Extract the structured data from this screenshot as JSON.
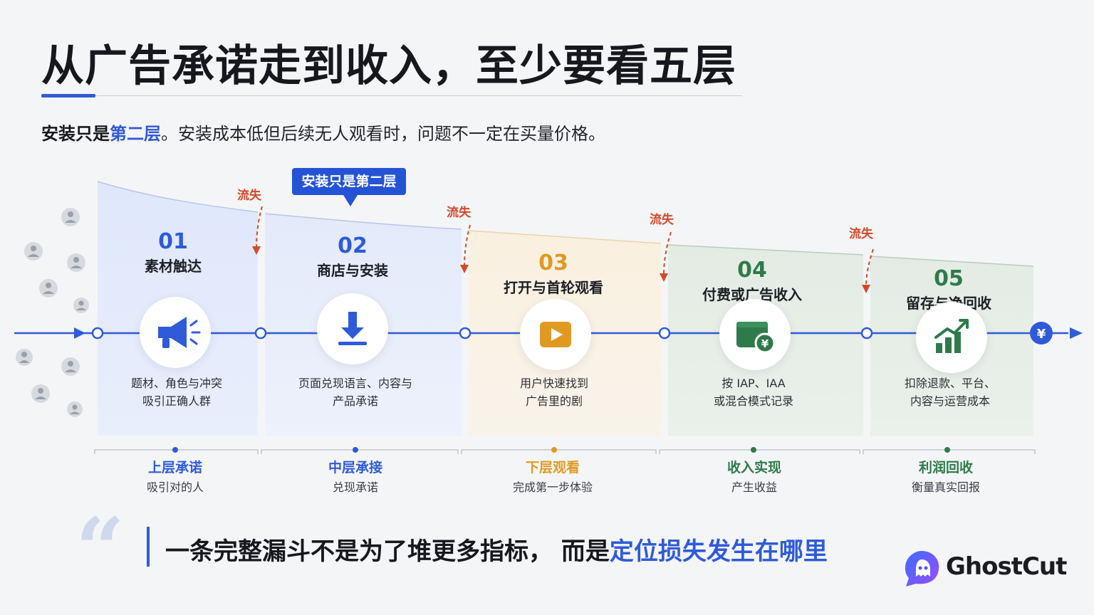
{
  "title": "从广告承诺走到收入，至少要看五层",
  "subtitle": {
    "bold_part": "安装只是",
    "highlight_part": "第二层",
    "rest": "。安装成本低但后续无人观看时，问题不一定在买量价格。"
  },
  "callout": "安装只是第二层",
  "loss_label": "流失",
  "stages": [
    {
      "num": "01",
      "name": "素材触达",
      "desc_line1": "题材、角色与冲突",
      "desc_line2": "吸引正确人群",
      "icon": "megaphone-icon",
      "color": "#2f5bd8"
    },
    {
      "num": "02",
      "name": "商店与安装",
      "desc_line1": "页面兑现语言、内容与",
      "desc_line2": "产品承诺",
      "icon": "download-icon",
      "color": "#2f5bd8"
    },
    {
      "num": "03",
      "name": "打开与首轮观看",
      "desc_line1": "用户快速找到",
      "desc_line2": "广告里的剧",
      "icon": "play-icon",
      "color": "#e09a22"
    },
    {
      "num": "04",
      "name": "付费或广告收入",
      "desc_line1": "按 IAP、IAA",
      "desc_line2": "或混合模式记录",
      "icon": "wallet-icon",
      "color": "#2f7a4a"
    },
    {
      "num": "05",
      "name": "留存与净回收",
      "desc_line1": "扣除退款、平台、",
      "desc_line2": "内容与运营成本",
      "icon": "growth-chart-icon",
      "color": "#2f7a4a"
    }
  ],
  "layers": [
    {
      "name": "上层承诺",
      "sub": "吸引对的人",
      "color": "#2f5bd8"
    },
    {
      "name": "中层承接",
      "sub": "兑现承诺",
      "color": "#2f5bd8"
    },
    {
      "name": "下层观看",
      "sub": "完成第一步体验",
      "color": "#e09a22"
    },
    {
      "name": "收入实现",
      "sub": "产生收益",
      "color": "#2f7a4a"
    },
    {
      "name": "利润回收",
      "sub": "衡量真实回报",
      "color": "#2f7a4a"
    }
  ],
  "end_symbol": "¥",
  "quote": {
    "mark": "“",
    "text_part": "一条完整漏斗不是为了堆更多指标，  而是",
    "highlight_part": "定位损失发生在哪里"
  },
  "brand": {
    "name": "GhostCut"
  },
  "colors": {
    "accent_blue": "#2f5bd8",
    "accent_orange": "#e09a22",
    "accent_green": "#2f7a4a",
    "loss_red": "#d44a2c"
  }
}
